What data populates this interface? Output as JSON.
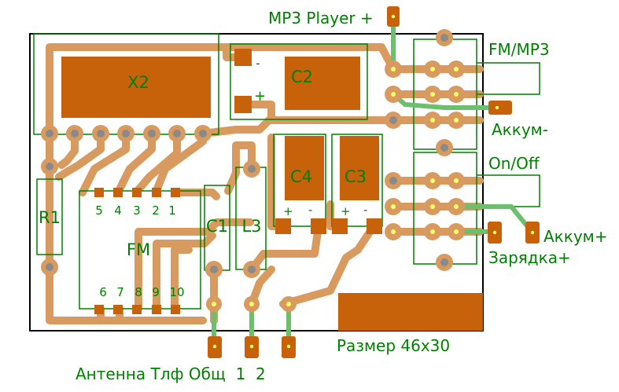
{
  "labels": {
    "mp3_player": "MP3 Player +",
    "fm_mp3": "FM/MP3",
    "akkum_minus": "Аккум-",
    "on_off": "On/Off",
    "akkum_plus": "Аккум+",
    "zaryadka_plus": "Зарядка+",
    "razmer": "Размер 46x30",
    "bottom_pins": "Антенна Тлф Общ  1  2"
  },
  "components": {
    "x2": "X2",
    "c2": "C2",
    "c2_plus": "+",
    "c2_minus": "-",
    "c4": "C4",
    "c3": "C3",
    "r1": "R1",
    "c1": "C1",
    "l3": "L3",
    "fm": "FM",
    "c4_plus": "+",
    "c4_minus": "-",
    "c3_plus": "+",
    "c3_minus": "-"
  },
  "fm_pins_top": [
    "5",
    "4",
    "3",
    "2",
    "1"
  ],
  "fm_pins_bottom": [
    "6",
    "7",
    "8",
    "9",
    "10"
  ],
  "colors": {
    "board_outline": "#000000",
    "copper_trace": "#d89a5e",
    "pad_fill": "#c8620a",
    "silkscreen": "#008000",
    "wire_green": "#6cbf6c",
    "drill_hole": "#8a8a8a",
    "drill_hole_center": "#ffff66"
  }
}
